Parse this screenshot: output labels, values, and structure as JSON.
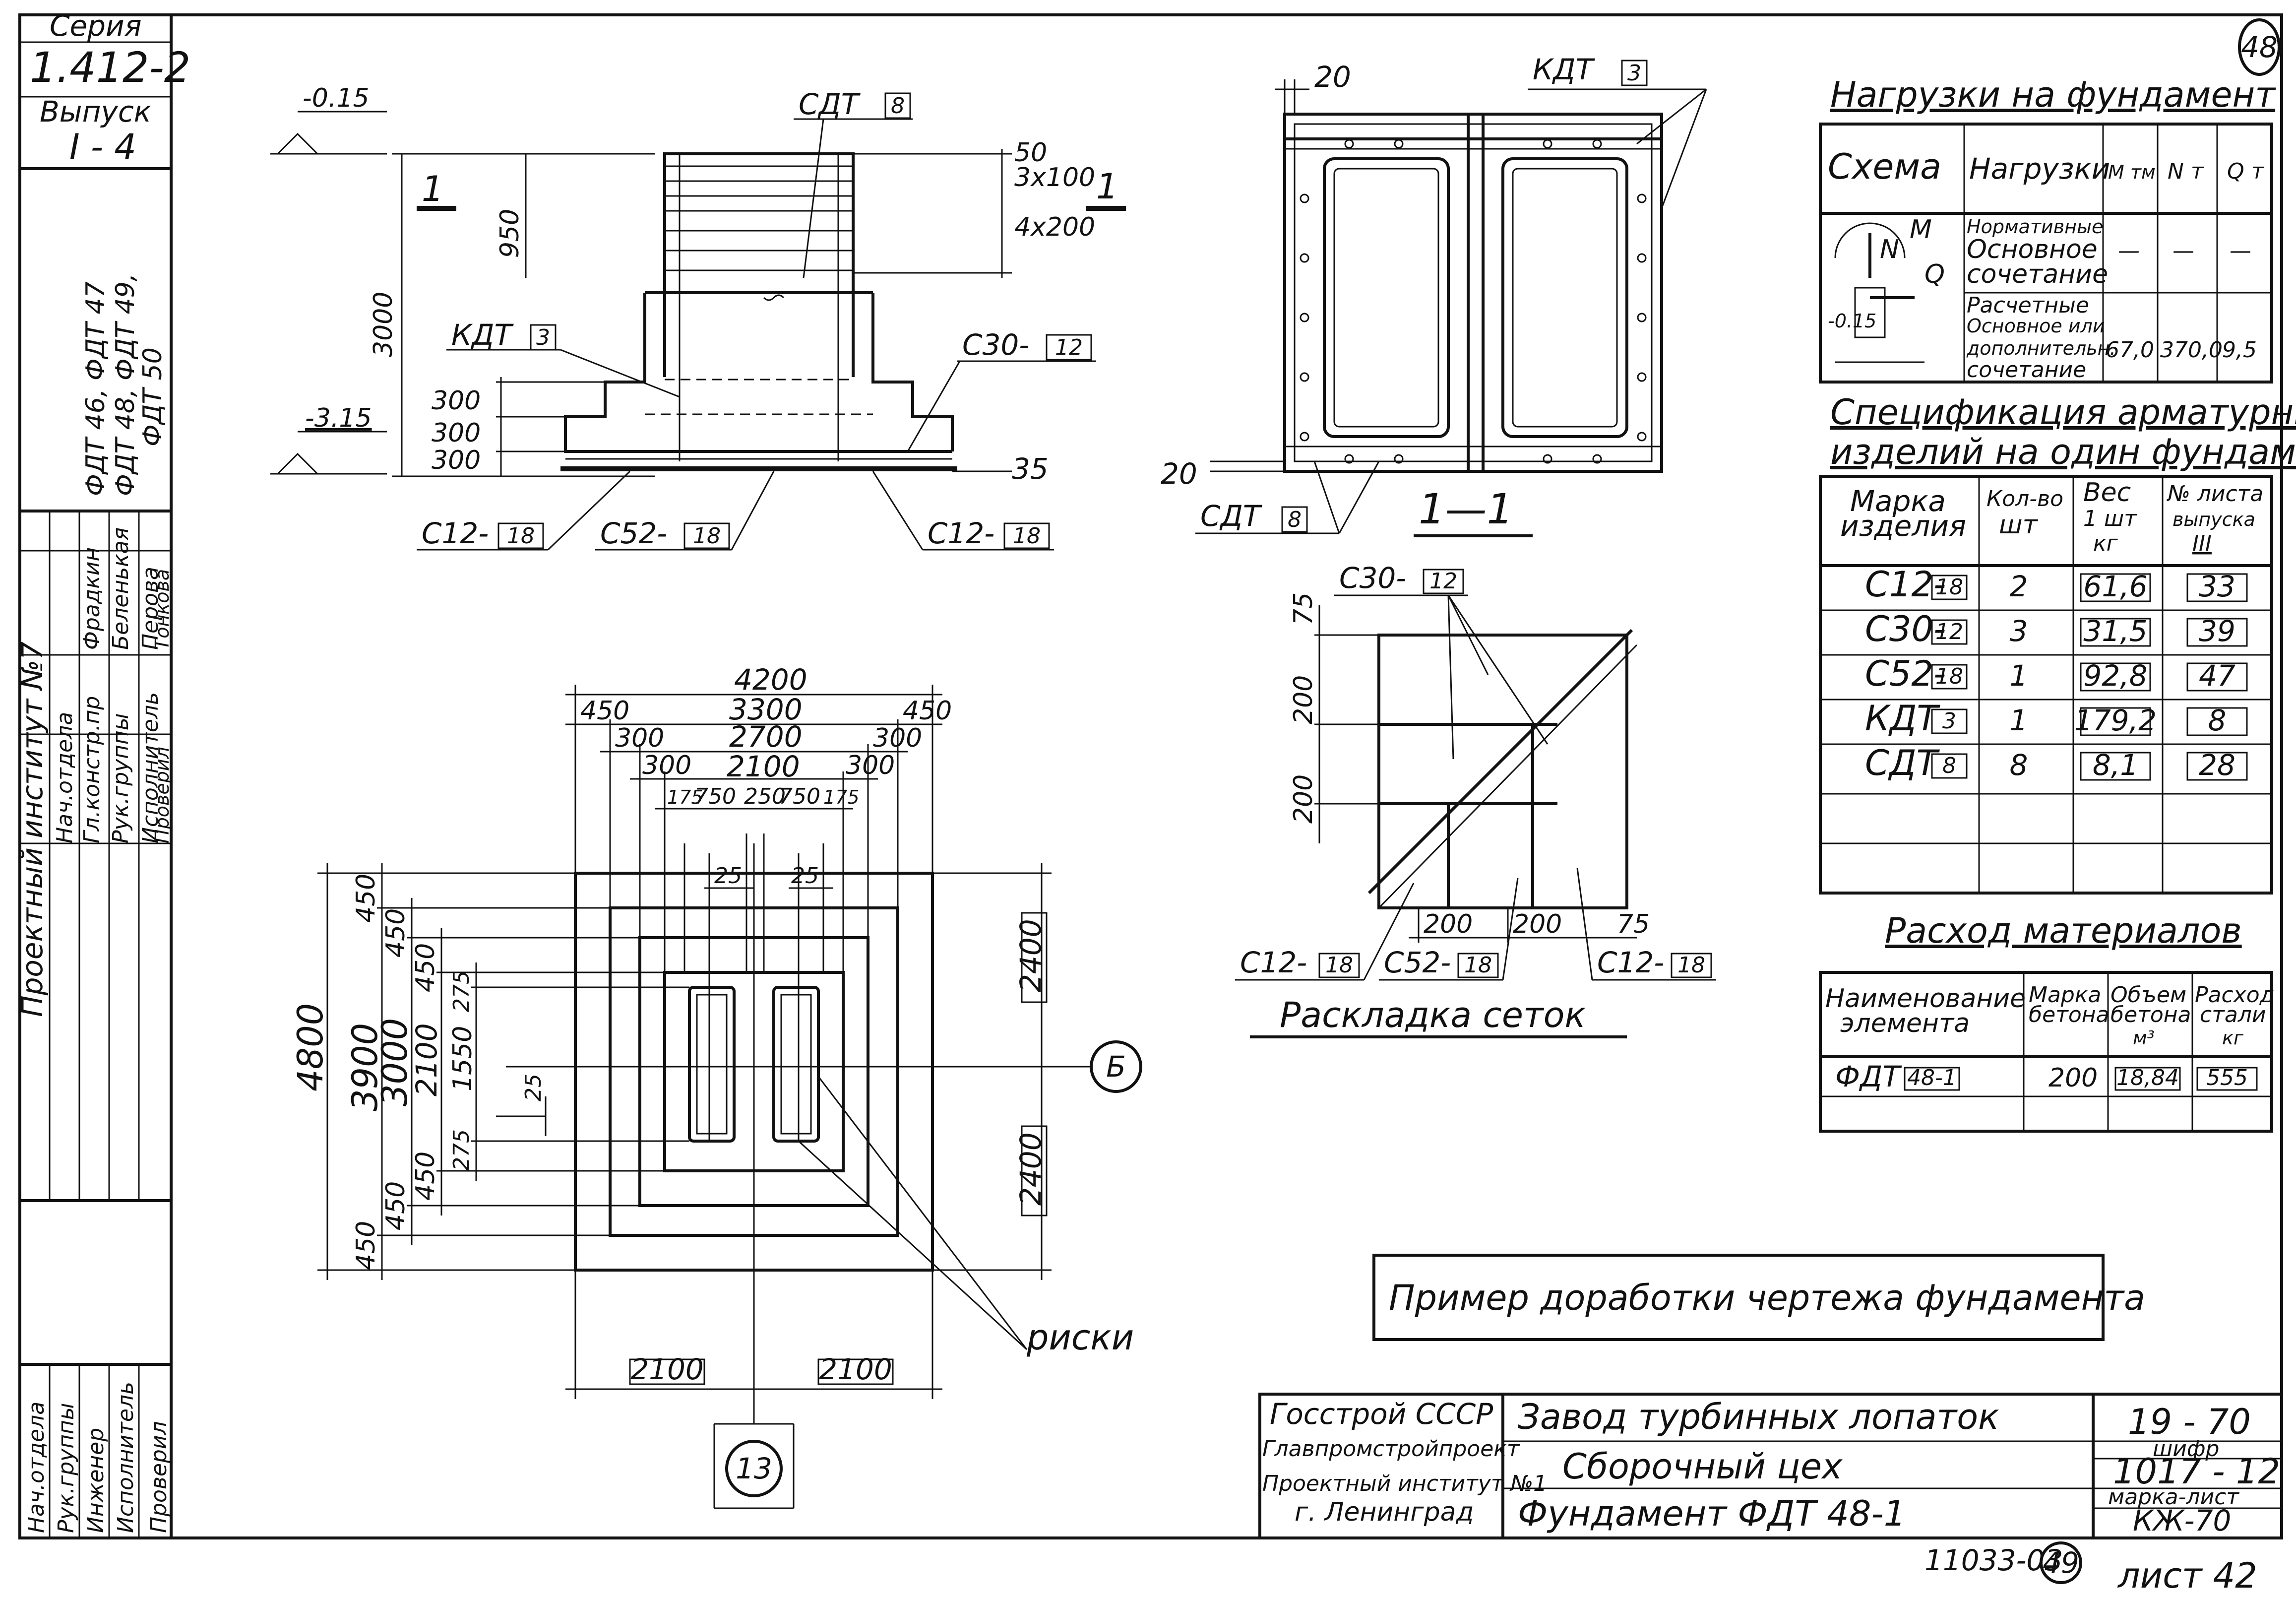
{
  "sheet_number": "48",
  "stamp_left": {
    "series_label": "Серия",
    "series_value": "1.412-2",
    "issue_label": "Выпуск",
    "issue_value": "I - 4",
    "institute": "Проектный институт №7",
    "roles": [
      "Нач.отдела",
      "Гл.констр.пр",
      "Рук.группы",
      "Исполнитель",
      "Проверил"
    ],
    "names": [
      "",
      "Фрадкин",
      "Беленькая",
      "Перова",
      "Тонкова"
    ],
    "related_items": [
      "ФДТ 46, ФДТ 47",
      "ФДТ 48, ФДТ 49,",
      "ФДТ 50"
    ],
    "roles_lower": [
      "Нач.отдела",
      "Рук.группы",
      "Инженер",
      "Исполнитель",
      "Проверил"
    ]
  },
  "elevation": {
    "section_marks": [
      "1",
      "1"
    ],
    "level_top": "-0.15",
    "level_bottom": "-3.15",
    "height_total": "3000",
    "height_upper": "950",
    "steps": [
      "300",
      "300",
      "300"
    ],
    "bottom_offset": "35",
    "right_dims": [
      "50",
      "3x100",
      "4x200"
    ],
    "labels": {
      "sdt": "СДТ",
      "sdt_n": "8",
      "kdt": "КДТ",
      "kdt_n": "3",
      "c30": "С30-",
      "c30_n": "12",
      "c12a": "С12-",
      "c12a_n": "18",
      "c52": "С52-",
      "c52_n": "18",
      "c12b": "С12-",
      "c12b_n": "18"
    }
  },
  "section11": {
    "title": "1—1",
    "dim_top": "20",
    "dim_left": "20",
    "kdt": "КДТ",
    "kdt_n": "3",
    "sdt": "СДТ",
    "sdt_n": "8"
  },
  "plan": {
    "top_dims": [
      "4200",
      "450",
      "3300",
      "450",
      "300",
      "2700",
      "300",
      "300",
      "2100",
      "300",
      "175",
      "750",
      "250",
      "750",
      "175",
      "25",
      "25"
    ],
    "left_dims": [
      "4800",
      "450",
      "3900",
      "450",
      "450",
      "3000",
      "450",
      "450",
      "2100",
      "450",
      "275",
      "1550",
      "275",
      "25"
    ],
    "right_dims": [
      "2400",
      "2400"
    ],
    "bottom_dims": [
      "2100",
      "2100"
    ],
    "axis_right": "Б",
    "axis_bottom": "13",
    "note": "риски"
  },
  "mesh": {
    "title": "Раскладка сеток",
    "c30": "С30-",
    "c30_n": "12",
    "c12a": "С12-",
    "c12a_n": "18",
    "c52": "С52-",
    "c52_n": "18",
    "c12b": "С12-",
    "c12b_n": "18",
    "dims_left": [
      "75",
      "200",
      "200"
    ],
    "dims_bottom": [
      "200",
      "200",
      "75"
    ]
  },
  "loads_table": {
    "title": "Нагрузки на фундамент",
    "headers": [
      "Схема",
      "Нагрузки",
      "M тм",
      "N т",
      "Q т"
    ],
    "scheme_labels": [
      "M",
      "N",
      "Q",
      "-0.15"
    ],
    "rows": [
      {
        "label": [
          "Нормативные",
          "Основное",
          "сочетание"
        ],
        "m": "—",
        "n": "—",
        "q": "—"
      },
      {
        "label": [
          "Расчетные",
          "Основное или",
          "дополнительн.",
          "сочетание"
        ],
        "m": "67,0",
        "n": "370,0",
        "q": "9,5"
      }
    ]
  },
  "spec_table": {
    "title_line1": "Спецификация арматурных",
    "title_line2": "изделий на один фундамент",
    "headers": [
      [
        "Марка",
        "изделия"
      ],
      [
        "Кол-во",
        "шт"
      ],
      [
        "Вес",
        "1 шт",
        "кг"
      ],
      [
        "№ листа",
        "выпуска",
        "III"
      ]
    ],
    "rows": [
      {
        "mark": "С12-",
        "mark_n": "18",
        "qty": "2",
        "weight": "61,6",
        "sheet": "33"
      },
      {
        "mark": "С30-",
        "mark_n": "12",
        "qty": "3",
        "weight": "31,5",
        "sheet": "39"
      },
      {
        "mark": "С52-",
        "mark_n": "18",
        "qty": "1",
        "weight": "92,8",
        "sheet": "47"
      },
      {
        "mark": "КДТ",
        "mark_n": "3",
        "qty": "1",
        "weight": "179,2",
        "sheet": "8"
      },
      {
        "mark": "СДТ",
        "mark_n": "8",
        "qty": "8",
        "weight": "8,1",
        "sheet": "28"
      }
    ]
  },
  "materials_table": {
    "title": "Расход материалов",
    "headers": [
      [
        "Наименование",
        "элемента"
      ],
      [
        "Марка",
        "бетона"
      ],
      [
        "Объем",
        "бетона",
        "м³"
      ],
      [
        "Расход",
        "стали",
        "кг"
      ]
    ],
    "row": {
      "name": "ФДТ",
      "name_n": "48-1",
      "grade": "200",
      "volume": "18,84",
      "steel": "555"
    }
  },
  "example_note": "Пример доработки чертежа фундамента",
  "title_block": {
    "org_lines": [
      "Госстрой СССР",
      "Главпромстройпроект",
      "Проектный институт №1",
      "г. Ленинград"
    ],
    "object": "Завод турбинных лопаток",
    "building": "Сборочный цех",
    "drawing": "Фундамент ФДТ 48-1",
    "code_top": "19 - 70",
    "code_label": "шифр",
    "code_mid": "1017 - 12",
    "mark_label": "марка-лист",
    "mark_value": "КЖ-70",
    "footer_num": "11033-03",
    "footer_circle": "49",
    "footer_sheet": "лист 42"
  }
}
